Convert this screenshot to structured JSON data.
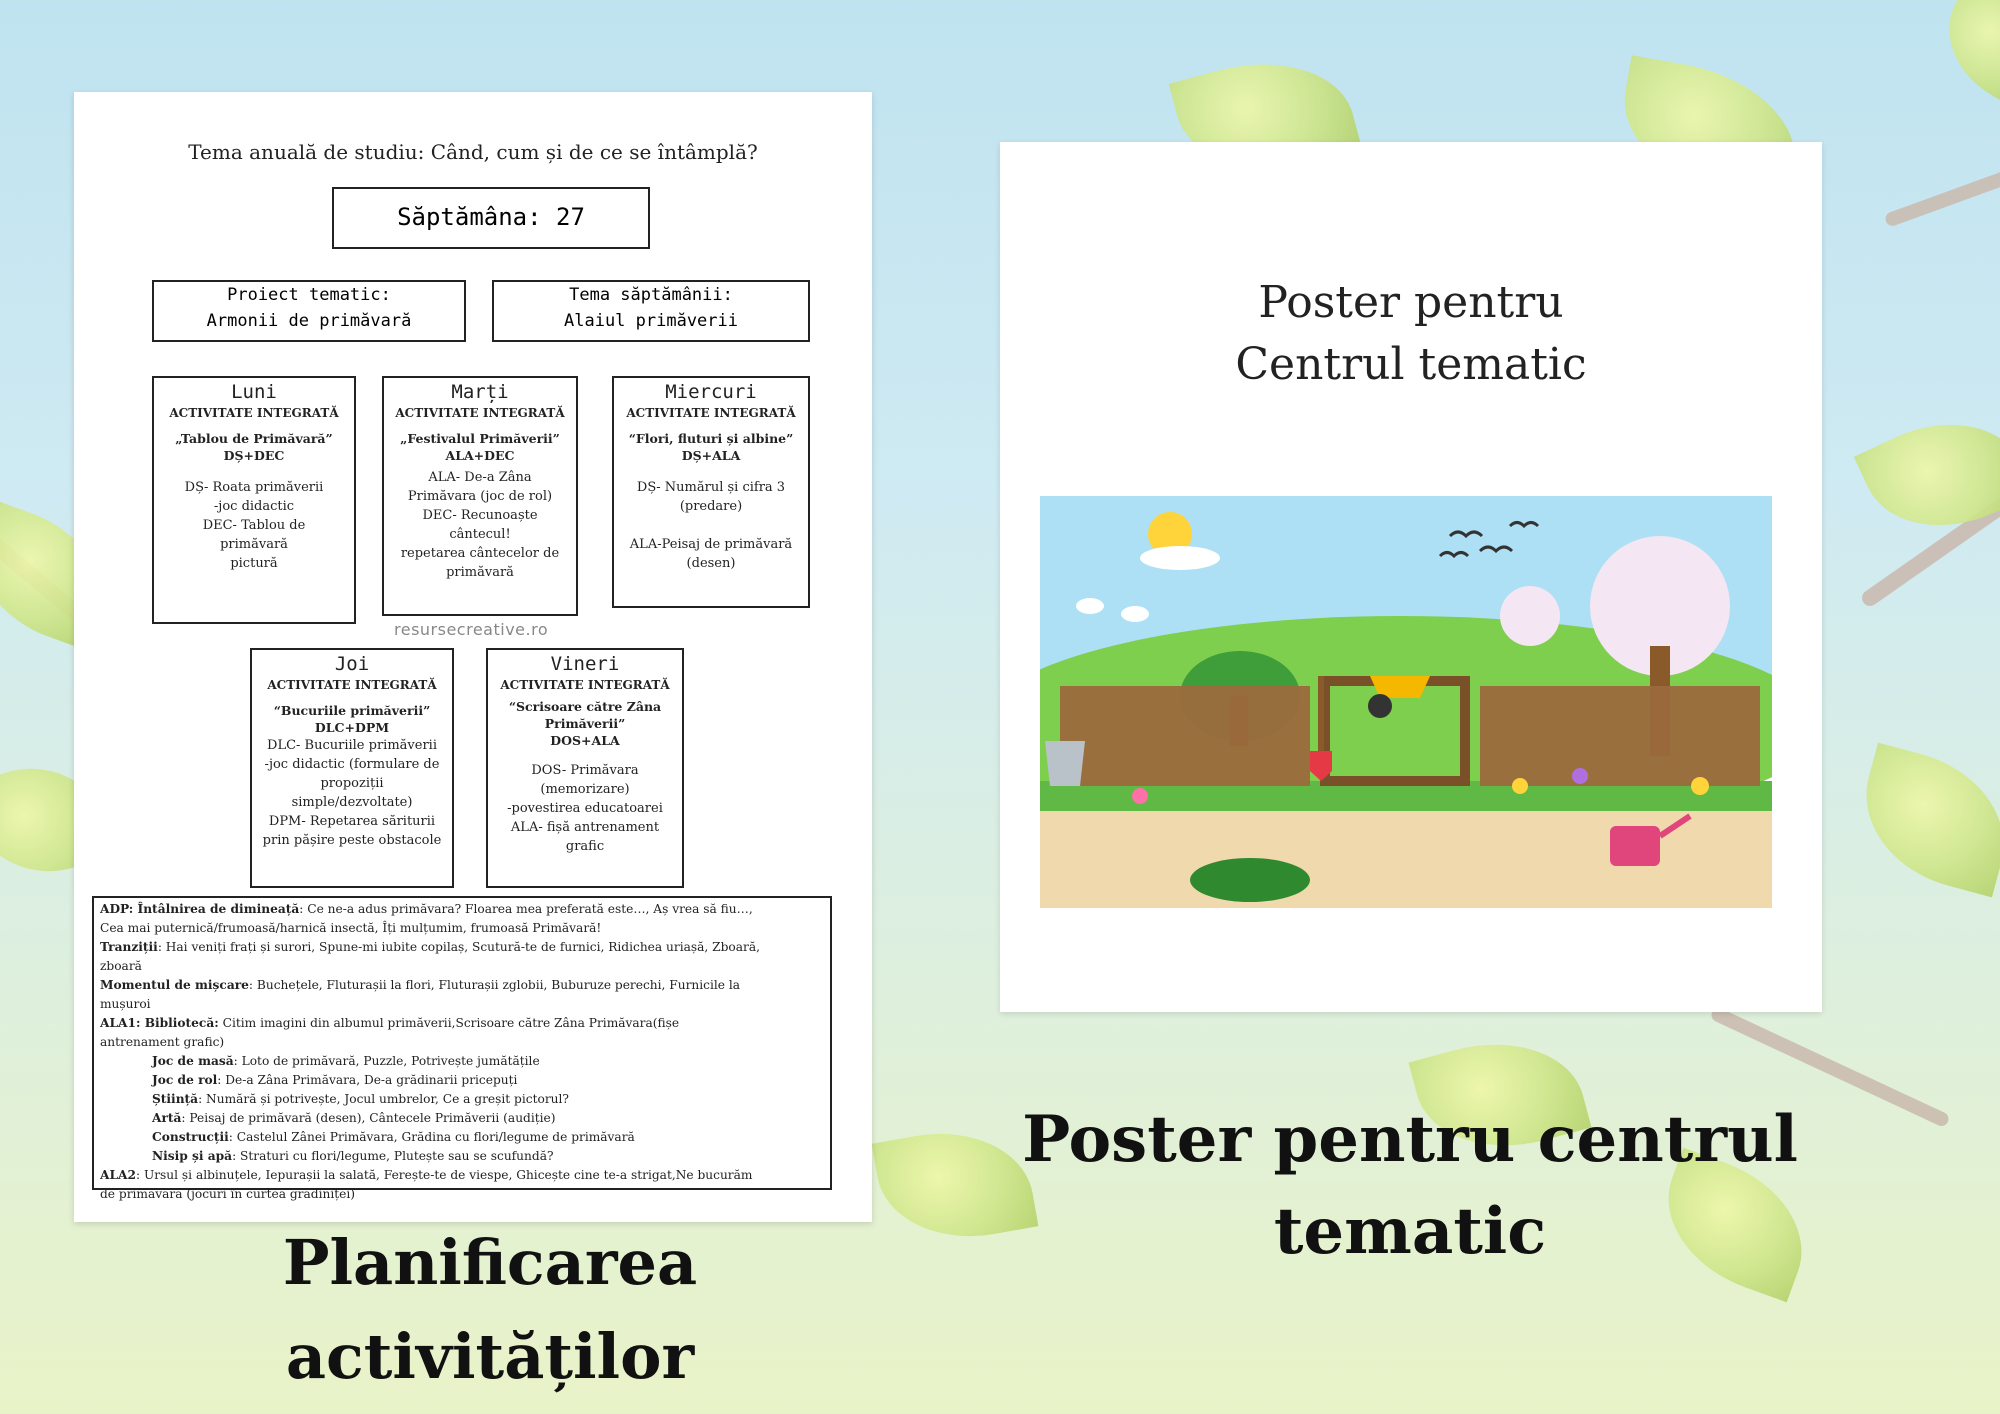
{
  "planning": {
    "annual_theme": "Tema anuală de studiu:  Când, cum și de ce se întâmplă?",
    "week": "Săptămâna: 27",
    "project_label": "Proiect tematic:",
    "project_value": "Armonii de primăvară",
    "theme_label": "Tema săptămânii:",
    "theme_value": "Alaiul primăverii",
    "watermark": "resursecreative.ro",
    "days": [
      {
        "name": "Luni",
        "integrated": "ACTIVITATE INTEGRATĂ",
        "activity": "„Tablou de Primăvară”",
        "codes": "DȘ+DEC",
        "desc": "DȘ- Roata primăverii\n-joc didactic\nDEC- Tablou de\nprimăvară\npictură"
      },
      {
        "name": "Marți",
        "integrated": "ACTIVITATE INTEGRATĂ",
        "activity": "„Festivalul Primăverii”",
        "codes": "ALA+DEC",
        "desc": "ALA- De-a Zâna\nPrimăvara (joc de rol)\nDEC- Recunoaște\ncântecul!\nrepetarea cântecelor de\nprimăvară"
      },
      {
        "name": "Miercuri",
        "integrated": "ACTIVITATE INTEGRATĂ",
        "activity": "“Flori, fluturi și albine”",
        "codes": "DȘ+ALA",
        "desc": "DȘ- Numărul și cifra 3\n(predare)\n\nALA-Peisaj de primăvară\n(desen)"
      },
      {
        "name": "Joi",
        "integrated": "ACTIVITATE INTEGRATĂ",
        "activity": "“Bucuriile primăverii”",
        "codes": "DLC+DPM",
        "desc": "DLC- Bucuriile  primăverii\n-joc didactic (formulare de\npropoziții\nsimple/dezvoltate)\nDPM- Repetarea săriturii\nprin pășire peste obstacole"
      },
      {
        "name": "Vineri",
        "integrated": "ACTIVITATE INTEGRATĂ",
        "activity": "“Scrisoare către Zâna Primăverii”",
        "codes": "DOS+ALA",
        "desc": "DOS- Primăvara\n(memorizare)\n-povestirea educatoarei\nALA- fișă antrenament\ngrafic"
      }
    ],
    "adp_lines": [
      {
        "bold": "ADP: Întâlnirea de dimineață",
        "text": ": Ce ne-a adus primăvara? Floarea mea preferată este…, Aș vrea să fiu…,",
        "indent": false
      },
      {
        "bold": "",
        "text": "Cea mai puternică/frumoasă/harnică insectă, Îți mulțumim, frumoasă Primăvară!",
        "indent": false
      },
      {
        "bold": "Tranziții",
        "text": ": Hai veniți frați și surori, Spune-mi iubite copilaș, Scutură-te de furnici, Ridichea uriașă, Zboară,",
        "indent": false
      },
      {
        "bold": "",
        "text": "zboară",
        "indent": false
      },
      {
        "bold": "Momentul de mișcare",
        "text": ": Buchețele, Fluturașii la flori, Fluturașii zglobii, Buburuze perechi, Furnicile la",
        "indent": false
      },
      {
        "bold": "",
        "text": "mușuroi",
        "indent": false
      },
      {
        "bold": "ALA1: Bibliotecă:",
        "text": " Citim imagini din albumul primăverii,Scrisoare către Zâna  Primăvara(fișe",
        "indent": false
      },
      {
        "bold": "",
        "text": "antrenament grafic)",
        "indent": false
      },
      {
        "bold": "Joc de masă",
        "text": ": Loto de primăvară, Puzzle, Potrivește jumătățile",
        "indent": true
      },
      {
        "bold": "Joc de rol",
        "text": ":  De-a Zâna Primăvara, De-a grădinarii pricepuți",
        "indent": true
      },
      {
        "bold": "Știință",
        "text": ": Numără și potrivește, Jocul umbrelor, Ce a greșit pictorul?",
        "indent": true
      },
      {
        "bold": "Artă",
        "text": ": Peisaj de primăvară (desen), Cântecele Primăverii (audiție)",
        "indent": true
      },
      {
        "bold": "Construcții",
        "text": ": Castelul Zânei Primăvara, Grădina cu flori/legume de primăvară",
        "indent": true
      },
      {
        "bold": "Nisip și apă",
        "text": ": Straturi cu flori/legume, Plutește sau se scufundă?",
        "indent": true
      },
      {
        "bold": "ALA2",
        "text": ":  Ursul și albinuțele, Iepurașii la salată, Ferește-te de viespe, Ghicește cine te-a strigat,Ne bucurăm",
        "indent": false
      },
      {
        "bold": "",
        "text": "de primăvară (jocuri în curtea grădiniței)",
        "indent": false
      }
    ]
  },
  "poster": {
    "title_line1": "Poster  pentru",
    "title_line2": "Centrul tematic"
  },
  "captions": {
    "left_line1": "Planificarea",
    "left_line2": "activităților",
    "right_line1": "Poster pentru centrul",
    "right_line2": "tematic"
  },
  "colors": {
    "sky": "#bfe3f0",
    "leaf": "#cfe68a",
    "grass": "#5fb944",
    "fence": "#9b6a3c"
  },
  "icons": [
    "sun-icon",
    "cloud-icon",
    "bird-icon",
    "stork-icon",
    "tree-icon",
    "fence-icon",
    "wheelbarrow-icon",
    "watering-can-icon",
    "shovel-icon",
    "bucket-icon",
    "flower-icon"
  ]
}
